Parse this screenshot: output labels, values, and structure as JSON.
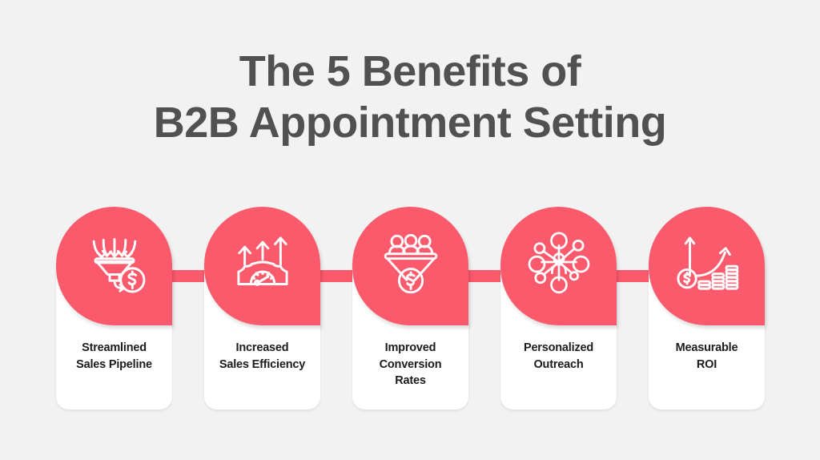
{
  "page": {
    "background_color": "#f2f2f2",
    "accent_color": "#fa5a6b",
    "title_color": "#515151",
    "label_color": "#1c1c1c",
    "card_color": "#ffffff"
  },
  "title": {
    "line1": "The 5 Benefits of",
    "line2": "B2B Appointment Setting",
    "full": "The 5 Benefits of B2B Appointment Setting"
  },
  "benefits": [
    {
      "index": "1",
      "icon": "funnel-arrows-dollar-icon",
      "label_full": "Streamlined Sales Pipeline",
      "label_lines": [
        "Streamlined",
        "Sales Pipeline"
      ]
    },
    {
      "index": "2",
      "icon": "speedometer-up-arrows-icon",
      "label_full": "Increased Sales Efficiency",
      "label_lines": [
        "Increased",
        "Sales Efficiency"
      ]
    },
    {
      "index": "3",
      "icon": "people-funnel-dollar-icon",
      "label_full": "Improved Conversion Rates",
      "label_lines": [
        "Improved",
        "Conversion",
        "Rates"
      ]
    },
    {
      "index": "4",
      "icon": "network-person-hub-icon",
      "label_full": "Personalized Outreach",
      "label_lines": [
        "Personalized",
        "Outreach"
      ]
    },
    {
      "index": "5",
      "icon": "coin-stacks-growth-chart-icon",
      "label_full": "Measurable ROI",
      "label_lines": [
        "Measurable",
        "ROI"
      ]
    }
  ]
}
